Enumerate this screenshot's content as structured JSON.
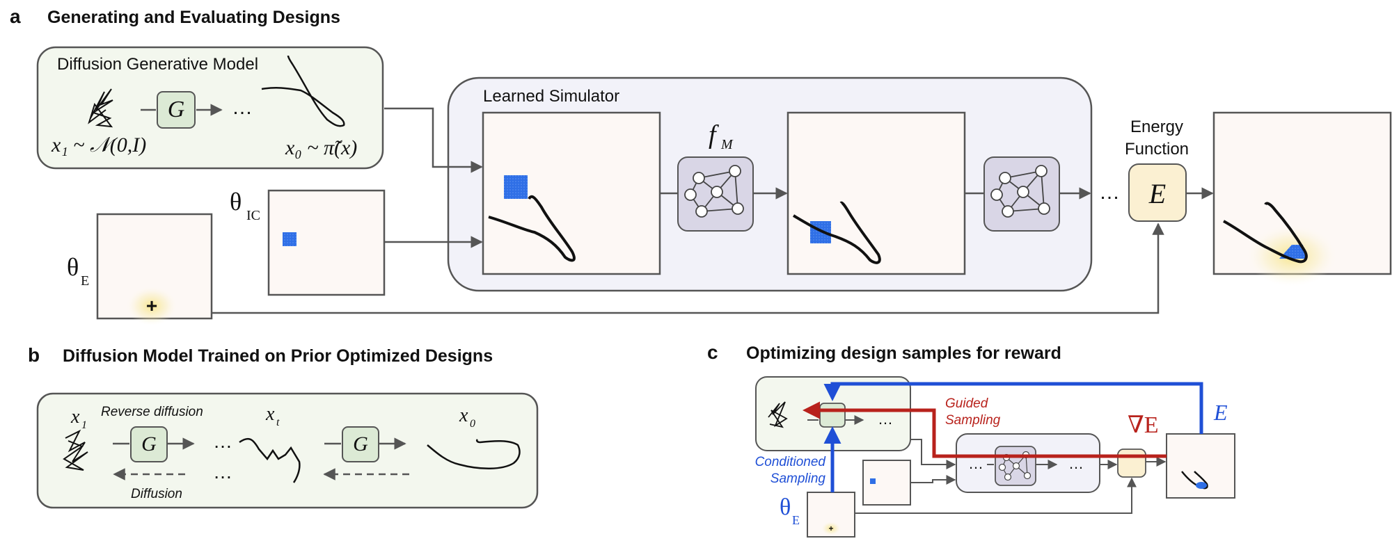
{
  "panel_a": {
    "letter": "a",
    "title": "Generating and Evaluating Designs",
    "diffusion_box_title": "Diffusion Generative Model",
    "g_label": "G",
    "ellipsis": "…",
    "x1_formula": "x₁ ~ 𝒩(0,I)",
    "x0_formula": "x₀ ~ π̃(x)",
    "theta_ic": "θ",
    "theta_ic_sub": "IC",
    "theta_e": "θ",
    "theta_e_sub": "E",
    "plus": "+",
    "simulator_title": "Learned Simulator",
    "fm_label": "f",
    "fm_sub": "M",
    "energy_title_line1": "Energy",
    "energy_title_line2": "Function",
    "energy_symbol": "E"
  },
  "panel_b": {
    "letter": "b",
    "title": "Diffusion Model Trained on Prior Optimized Designs",
    "x1": "x",
    "x1_sub": "1",
    "xt": "x",
    "xt_sub": "t",
    "x0": "x",
    "x0_sub": "0",
    "reverse_label": "Reverse diffusion",
    "diffusion_label": "Diffusion",
    "g_label": "G",
    "ellipsis": "…"
  },
  "panel_c": {
    "letter": "c",
    "title": "Optimizing design samples for reward",
    "guided_line1": "Guided",
    "guided_line2": "Sampling",
    "conditioned_line1": "Conditioned",
    "conditioned_line2": "Sampling",
    "grad_e": "∇E",
    "e_label": "E",
    "theta_e": "θ",
    "theta_e_sub": "E",
    "plus": "+",
    "ellipsis": "…"
  },
  "colors": {
    "green_box": "#f3f7ee",
    "g_box": "#dcead5",
    "sim_box": "#f2f2f9",
    "gnn_box": "#d9d6e6",
    "energy_box": "#fbf0d2",
    "blue": "#1f4fd6",
    "red": "#b8221c",
    "particles": "#2f6fe6"
  }
}
